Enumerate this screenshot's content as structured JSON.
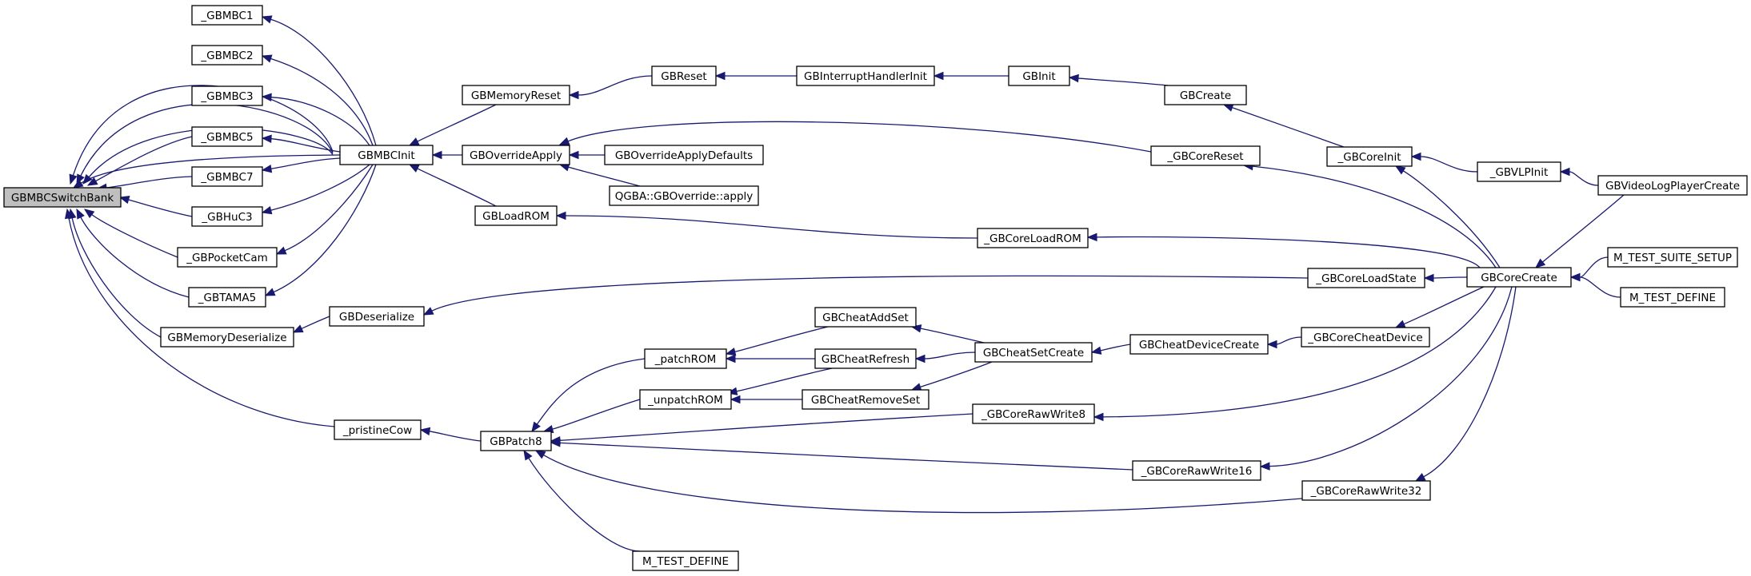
{
  "graph": {
    "root": "n0",
    "edge_color": "#191970",
    "root_fill": "#bfbfbf",
    "nodes": [
      {
        "id": "n0",
        "label": "GBMBCSwitchBank"
      },
      {
        "id": "n1",
        "label": "_GBMBC1"
      },
      {
        "id": "n2",
        "label": "_GBMBC2"
      },
      {
        "id": "n3",
        "label": "_GBMBC3"
      },
      {
        "id": "n4",
        "label": "_GBMBC5"
      },
      {
        "id": "n5",
        "label": "_GBMBC7"
      },
      {
        "id": "n6",
        "label": "_GBHuC3"
      },
      {
        "id": "n7",
        "label": "_GBPocketCam"
      },
      {
        "id": "n8",
        "label": "_GBTAMA5"
      },
      {
        "id": "n9",
        "label": "GBMemoryDeserialize"
      },
      {
        "id": "n10",
        "label": "_pristineCow"
      },
      {
        "id": "n11",
        "label": "GBMBCInit"
      },
      {
        "id": "n12",
        "label": "GBDeserialize"
      },
      {
        "id": "n13",
        "label": "GBMemoryReset"
      },
      {
        "id": "n14",
        "label": "GBOverrideApply"
      },
      {
        "id": "n15",
        "label": "GBLoadROM"
      },
      {
        "id": "n16",
        "label": "GBPatch8"
      },
      {
        "id": "n17",
        "label": "GBReset"
      },
      {
        "id": "n18",
        "label": "GBOverrideApplyDefaults"
      },
      {
        "id": "n19",
        "label": "QGBA::GBOverride::apply"
      },
      {
        "id": "n20",
        "label": "_patchROM"
      },
      {
        "id": "n21",
        "label": "_unpatchROM"
      },
      {
        "id": "n22",
        "label": "M_TEST_DEFINE"
      },
      {
        "id": "n23",
        "label": "GBInterruptHandlerInit"
      },
      {
        "id": "n24",
        "label": "GBCheatAddSet"
      },
      {
        "id": "n25",
        "label": "GBCheatRefresh"
      },
      {
        "id": "n26",
        "label": "GBCheatRemoveSet"
      },
      {
        "id": "n27",
        "label": "GBInit"
      },
      {
        "id": "n28",
        "label": "_GBCoreReset"
      },
      {
        "id": "n29",
        "label": "_GBCoreLoadROM"
      },
      {
        "id": "n30",
        "label": "GBCheatSetCreate"
      },
      {
        "id": "n31",
        "label": "_GBCoreRawWrite8"
      },
      {
        "id": "n32",
        "label": "GBCreate"
      },
      {
        "id": "n33",
        "label": "GBCheatDeviceCreate"
      },
      {
        "id": "n34",
        "label": "_GBCoreRawWrite16"
      },
      {
        "id": "n35",
        "label": "_GBCoreLoadState"
      },
      {
        "id": "n36",
        "label": "_GBCoreRawWrite32"
      },
      {
        "id": "n37",
        "label": "_GBCoreInit"
      },
      {
        "id": "n38",
        "label": "_GBCoreCheatDevice"
      },
      {
        "id": "n39",
        "label": "_GBVLPInit"
      },
      {
        "id": "n40",
        "label": "GBCoreCreate"
      },
      {
        "id": "n41",
        "label": "GBVideoLogPlayerCreate"
      },
      {
        "id": "n42",
        "label": "M_TEST_SUITE_SETUP"
      },
      {
        "id": "n43",
        "label": "M_TEST_DEFINE"
      }
    ],
    "edges": [
      {
        "from": "n1",
        "to": "n0"
      },
      {
        "from": "n2",
        "to": "n0"
      },
      {
        "from": "n3",
        "to": "n0"
      },
      {
        "from": "n4",
        "to": "n0"
      },
      {
        "from": "n5",
        "to": "n0"
      },
      {
        "from": "n6",
        "to": "n0"
      },
      {
        "from": "n7",
        "to": "n0"
      },
      {
        "from": "n8",
        "to": "n0"
      },
      {
        "from": "n9",
        "to": "n0"
      },
      {
        "from": "n10",
        "to": "n0"
      },
      {
        "from": "n11",
        "to": "n0"
      },
      {
        "from": "n11",
        "to": "n1"
      },
      {
        "from": "n11",
        "to": "n2"
      },
      {
        "from": "n11",
        "to": "n3"
      },
      {
        "from": "n11",
        "to": "n4"
      },
      {
        "from": "n11",
        "to": "n5"
      },
      {
        "from": "n11",
        "to": "n6"
      },
      {
        "from": "n11",
        "to": "n7"
      },
      {
        "from": "n11",
        "to": "n8"
      },
      {
        "from": "n12",
        "to": "n9"
      },
      {
        "from": "n16",
        "to": "n10"
      },
      {
        "from": "n13",
        "to": "n11"
      },
      {
        "from": "n14",
        "to": "n11"
      },
      {
        "from": "n15",
        "to": "n11"
      },
      {
        "from": "n35",
        "to": "n12"
      },
      {
        "from": "n17",
        "to": "n13"
      },
      {
        "from": "n18",
        "to": "n14"
      },
      {
        "from": "n19",
        "to": "n14"
      },
      {
        "from": "n28",
        "to": "n14"
      },
      {
        "from": "n29",
        "to": "n15"
      },
      {
        "from": "n20",
        "to": "n16"
      },
      {
        "from": "n21",
        "to": "n16"
      },
      {
        "from": "n22",
        "to": "n16"
      },
      {
        "from": "n31",
        "to": "n16"
      },
      {
        "from": "n34",
        "to": "n16"
      },
      {
        "from": "n36",
        "to": "n16"
      },
      {
        "from": "n23",
        "to": "n17"
      },
      {
        "from": "n24",
        "to": "n20"
      },
      {
        "from": "n25",
        "to": "n20"
      },
      {
        "from": "n25",
        "to": "n21"
      },
      {
        "from": "n26",
        "to": "n21"
      },
      {
        "from": "n27",
        "to": "n23"
      },
      {
        "from": "n30",
        "to": "n24"
      },
      {
        "from": "n30",
        "to": "n25"
      },
      {
        "from": "n30",
        "to": "n26"
      },
      {
        "from": "n32",
        "to": "n27"
      },
      {
        "from": "n40",
        "to": "n28"
      },
      {
        "from": "n40",
        "to": "n29"
      },
      {
        "from": "n33",
        "to": "n30"
      },
      {
        "from": "n40",
        "to": "n31"
      },
      {
        "from": "n37",
        "to": "n32"
      },
      {
        "from": "n38",
        "to": "n33"
      },
      {
        "from": "n40",
        "to": "n34"
      },
      {
        "from": "n40",
        "to": "n35"
      },
      {
        "from": "n40",
        "to": "n36"
      },
      {
        "from": "n40",
        "to": "n37"
      },
      {
        "from": "n39",
        "to": "n37"
      },
      {
        "from": "n40",
        "to": "n38"
      },
      {
        "from": "n41",
        "to": "n39"
      },
      {
        "from": "n41",
        "to": "n40"
      },
      {
        "from": "n42",
        "to": "n40"
      },
      {
        "from": "n43",
        "to": "n40"
      }
    ]
  }
}
